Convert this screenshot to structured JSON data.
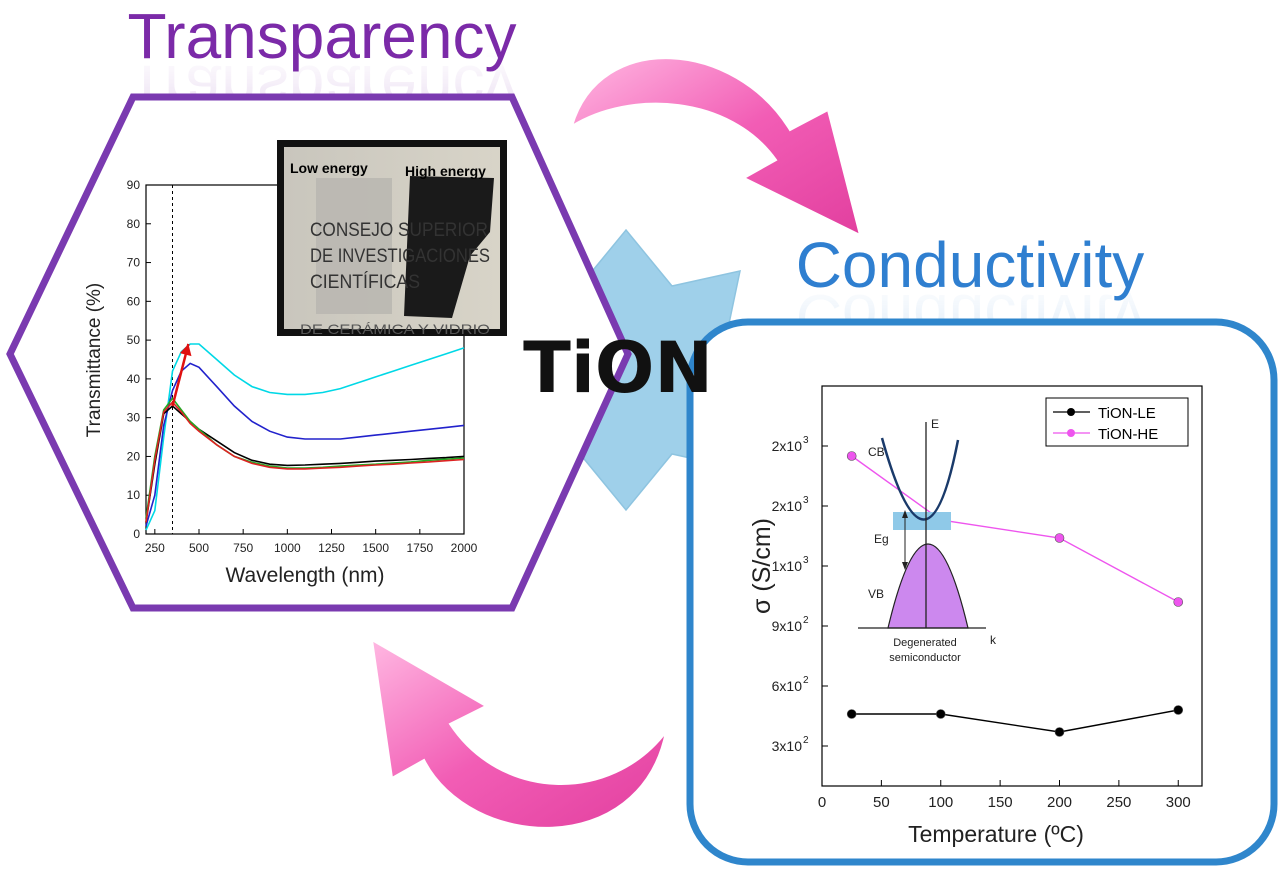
{
  "headings": {
    "transparency": "Transparency",
    "conductivity": "Conductivity",
    "center": "TiON"
  },
  "colors": {
    "transparency": "#7b2aa8",
    "conductivity": "#2f7fd0",
    "hexagon_border": "#7a3ab0",
    "rounded_box_border": "#2f86cc",
    "star_fill": "#9fd0ea",
    "arrow": "#f06ab8",
    "le_series": "#000000",
    "he_series": "#ee55ee"
  },
  "photo_inset": {
    "label_low": "Low energy",
    "label_high": "High energy",
    "lines": [
      "CONSEJO SUPERIOR",
      "DE INVESTIGACIONES",
      "CIENTÍFICAS",
      "DE CERÁMICA Y VIDRIO"
    ]
  },
  "band_diagram": {
    "cb": "CB",
    "vb": "VB",
    "eg": "Eg",
    "e_axis": "E",
    "k_axis": "k",
    "caption_1": "Degenerated",
    "caption_2": "semiconductor"
  },
  "chart_data": [
    {
      "type": "line",
      "xlabel": "Wavelength (nm)",
      "ylabel": "Transmittance (%)",
      "xlim": [
        200,
        2000
      ],
      "ylim": [
        0,
        90
      ],
      "xticks": [
        250,
        500,
        750,
        1000,
        1250,
        1500,
        1750,
        2000
      ],
      "yticks": [
        0,
        10,
        20,
        30,
        40,
        50,
        60,
        70,
        80,
        90
      ],
      "marker_line_x": 350,
      "series": [
        {
          "color": "#00d8e6",
          "x": [
            200,
            250,
            300,
            350,
            400,
            450,
            500,
            600,
            700,
            800,
            900,
            1000,
            1100,
            1200,
            1300,
            1400,
            1500,
            1600,
            1700,
            1800,
            1900,
            2000
          ],
          "y": [
            1,
            6,
            25,
            42,
            47,
            49,
            49,
            45,
            41,
            38,
            36.5,
            36,
            36,
            36.5,
            37.5,
            39,
            40.5,
            42,
            43.5,
            45,
            46.5,
            48
          ]
        },
        {
          "color": "#2222cc",
          "x": [
            200,
            250,
            300,
            350,
            400,
            450,
            500,
            600,
            700,
            800,
            900,
            1000,
            1100,
            1200,
            1300,
            1400,
            1500,
            1600,
            1700,
            1800,
            1900,
            2000
          ],
          "y": [
            2,
            10,
            28,
            37,
            42,
            44,
            43,
            38,
            33,
            29,
            26.5,
            25,
            24.5,
            24.5,
            24.5,
            25,
            25.5,
            26,
            26.5,
            27,
            27.5,
            28
          ]
        },
        {
          "color": "#000000",
          "x": [
            200,
            250,
            300,
            350,
            400,
            450,
            500,
            600,
            700,
            800,
            900,
            1000,
            1100,
            1200,
            1300,
            1400,
            1500,
            1600,
            1700,
            1800,
            1900,
            2000
          ],
          "y": [
            3,
            18,
            31,
            33,
            31,
            29,
            27,
            24,
            21,
            19,
            18,
            17.7,
            17.8,
            18,
            18.2,
            18.5,
            18.8,
            19,
            19.2,
            19.5,
            19.7,
            20
          ]
        },
        {
          "color": "#22aa22",
          "x": [
            200,
            250,
            300,
            350,
            400,
            450,
            500,
            600,
            700,
            800,
            900,
            1000,
            1100,
            1200,
            1300,
            1400,
            1500,
            1600,
            1700,
            1800,
            1900,
            2000
          ],
          "y": [
            4,
            20,
            32,
            35,
            32,
            29,
            27,
            23,
            20,
            18.5,
            17.5,
            17,
            17,
            17.2,
            17.5,
            17.8,
            18,
            18.3,
            18.6,
            19,
            19.3,
            19.6
          ]
        },
        {
          "color": "#dd2222",
          "x": [
            200,
            250,
            300,
            350,
            400,
            450,
            500,
            600,
            700,
            800,
            900,
            1000,
            1100,
            1200,
            1300,
            1400,
            1500,
            1600,
            1700,
            1800,
            1900,
            2000
          ],
          "y": [
            3,
            19,
            31.5,
            34,
            31.5,
            28.5,
            26.5,
            23,
            20,
            18.2,
            17.2,
            16.8,
            16.8,
            17,
            17.2,
            17.5,
            17.8,
            18,
            18.3,
            18.6,
            18.9,
            19.2
          ]
        }
      ],
      "annotation_arrow": {
        "from": [
          350,
          33
        ],
        "to": [
          440,
          49
        ]
      }
    },
    {
      "type": "line",
      "xlabel": "Temperature (ºC)",
      "ylabel": "σ (S/cm)",
      "xlim": [
        0,
        320
      ],
      "ylim": [
        100,
        2100
      ],
      "xticks": [
        0,
        50,
        100,
        150,
        200,
        250,
        300
      ],
      "yticks": [
        {
          "value": 300,
          "mantissa": "3x10",
          "exp": "2"
        },
        {
          "value": 600,
          "mantissa": "6x10",
          "exp": "2"
        },
        {
          "value": 900,
          "mantissa": "9x10",
          "exp": "2"
        },
        {
          "value": 1200,
          "mantissa": "1x10",
          "exp": "3"
        },
        {
          "value": 1500,
          "mantissa": "2x10",
          "exp": "3"
        },
        {
          "value": 1800,
          "mantissa": "2x10",
          "exp": "3"
        }
      ],
      "legend_position": "top-right",
      "series": [
        {
          "name": "TiON-LE",
          "color": "#000000",
          "x": [
            25,
            100,
            200,
            300
          ],
          "y": [
            460,
            460,
            370,
            480
          ]
        },
        {
          "name": "TiON-HE",
          "color": "#ee55ee",
          "x": [
            25,
            100,
            200,
            300
          ],
          "y": [
            1750,
            1430,
            1340,
            1020
          ]
        }
      ]
    }
  ]
}
